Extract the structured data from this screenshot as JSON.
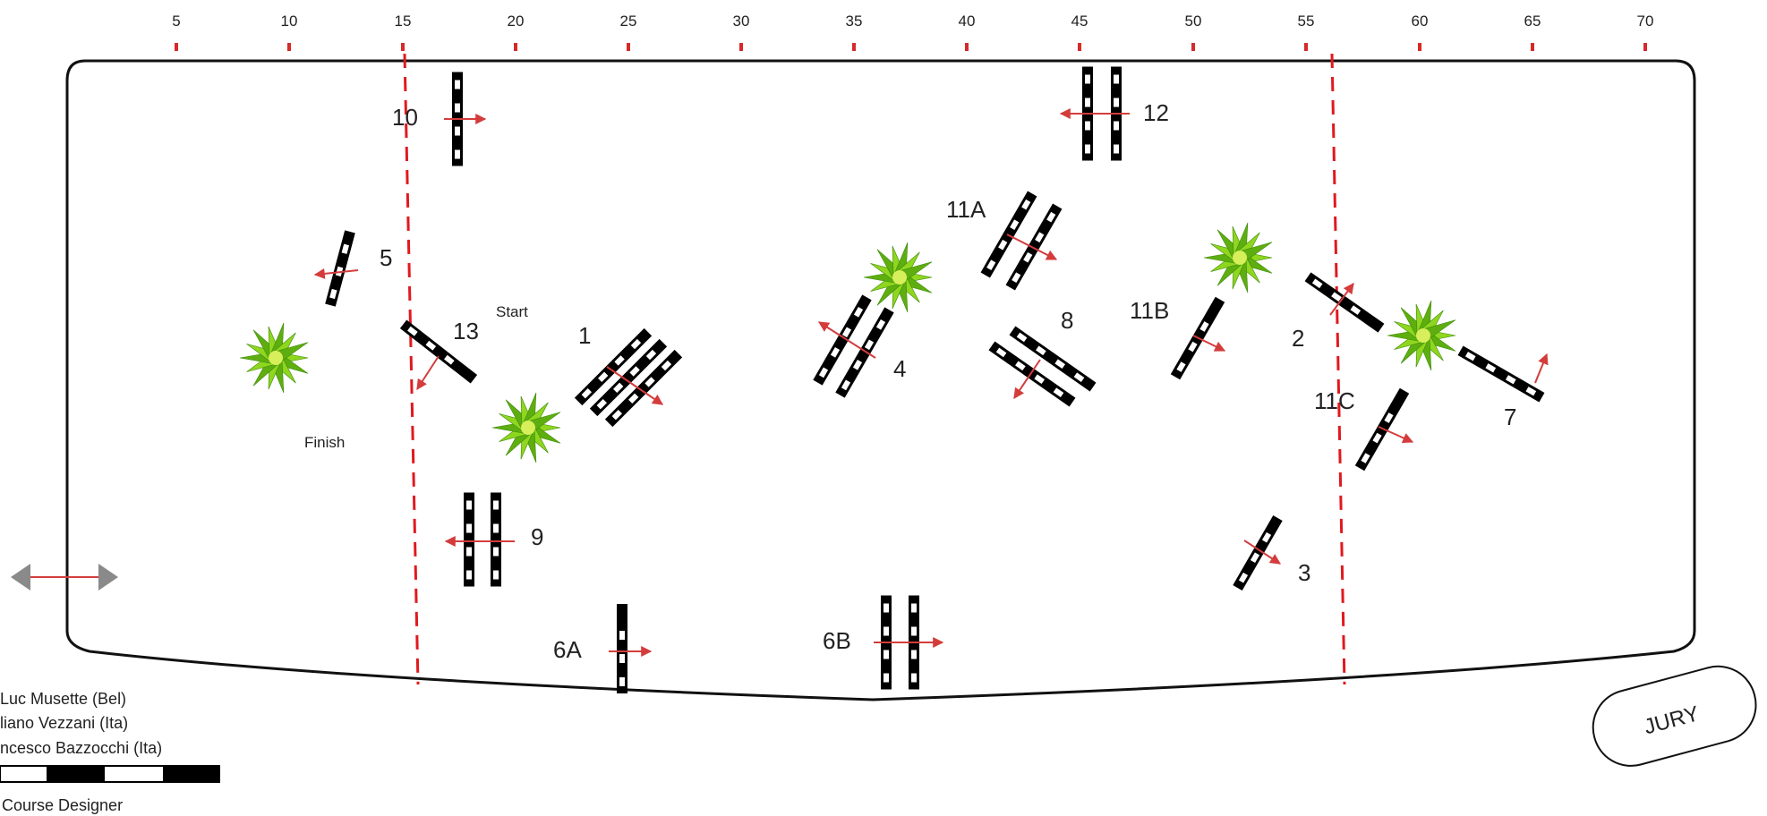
{
  "ruler": {
    "ticks": [
      "5",
      "10",
      "15",
      "20",
      "25",
      "30",
      "35",
      "40",
      "45",
      "50",
      "55",
      "60",
      "65",
      "70"
    ],
    "tick_color": "#d62a2a"
  },
  "colors": {
    "fence": "#000000",
    "rail_light": "#ffffff",
    "direction_arrow": "#d43c3c",
    "dashed_line": "#e0191f",
    "arena_outline": "#111111",
    "plant_green": "#7cc618"
  },
  "labels": {
    "start": "Start",
    "finish": "Finish",
    "jury": "JURY"
  },
  "obstacles": [
    {
      "number": "1"
    },
    {
      "number": "2"
    },
    {
      "number": "3"
    },
    {
      "number": "4"
    },
    {
      "number": "5"
    },
    {
      "number": "6A"
    },
    {
      "number": "6B"
    },
    {
      "number": "7"
    },
    {
      "number": "8"
    },
    {
      "number": "9"
    },
    {
      "number": "10"
    },
    {
      "number": "11A"
    },
    {
      "number": "11B"
    },
    {
      "number": "11C"
    },
    {
      "number": "12"
    },
    {
      "number": "13"
    }
  ],
  "credits": {
    "lines": [
      "Luc Musette (Bel)",
      "liano Vezzani (Ita)",
      "ncesco Bazzocchi (Ita)"
    ],
    "caption": "Course Designer"
  },
  "icons": {
    "plant": "plant-icon",
    "double_arrow": "double-arrow-icon"
  }
}
